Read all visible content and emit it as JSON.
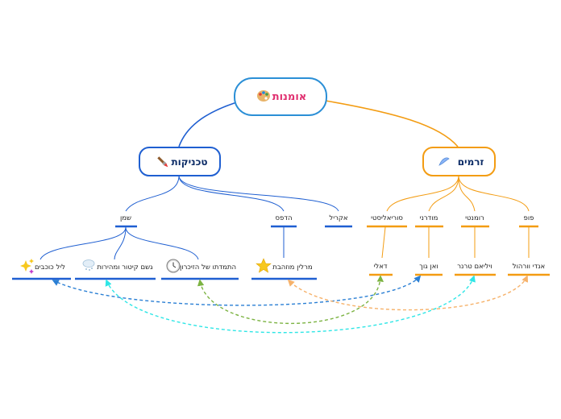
{
  "root": {
    "label": "אומנות",
    "icon": "palette-icon"
  },
  "branches": {
    "techniques": {
      "label": "טכניקות",
      "icon": "paintbrush-icon",
      "color": "#1f5fd1"
    },
    "movements": {
      "label": "זרמים",
      "icon": "brush-stroke-icon",
      "color": "#f39c12"
    }
  },
  "techniques": {
    "oil": {
      "label": "שמן"
    },
    "print": {
      "label": "הדפס"
    },
    "acrylic": {
      "label": "אקריל"
    }
  },
  "movements": {
    "surreal": {
      "label": "סוריאליסטי"
    },
    "modern": {
      "label": "מודרני"
    },
    "romantic": {
      "label": "רומנטי"
    },
    "pop": {
      "label": "פופ"
    }
  },
  "works": {
    "starry": {
      "label": "ליל כוכבים",
      "icon": "sparkles-icon"
    },
    "rain": {
      "label": "גשם קיטור ומהירות",
      "icon": "snow-cloud-icon"
    },
    "memory": {
      "label": "התמדתו של הזיכרון",
      "icon": "clock-icon"
    },
    "marilyn": {
      "label": "מרלין מוזהבת",
      "icon": "star-icon"
    }
  },
  "artists": {
    "dali": {
      "label": "דאלי"
    },
    "vangogh": {
      "label": "ואן גוך"
    },
    "turner": {
      "label": "ויליאם טרנר"
    },
    "warhol": {
      "label": "אנדי וורהול"
    }
  },
  "colors": {
    "blue": "#1f5fd1",
    "orange": "#f39c12",
    "root_border": "#2b8fd6",
    "root_text": "#e03070",
    "branch_text": "#0b2b66",
    "link_blue": "#2a7fd4",
    "link_green": "#7cb342",
    "link_orange": "#f6b26b",
    "link_cyan": "#2ee6e6"
  }
}
